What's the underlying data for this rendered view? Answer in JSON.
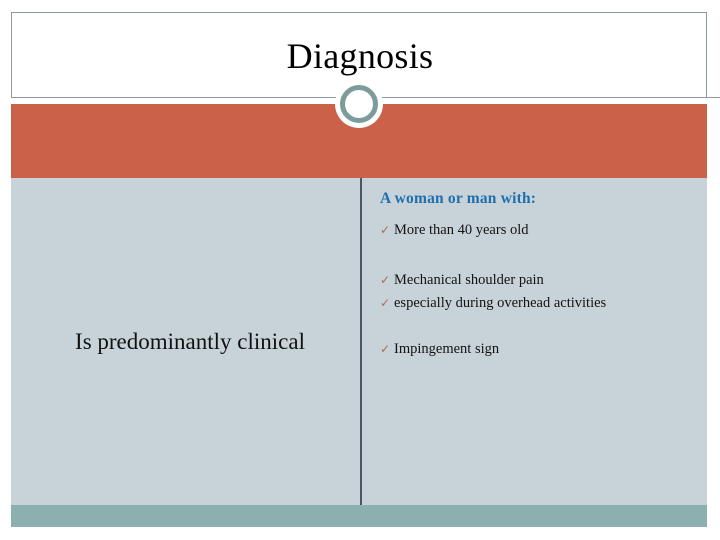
{
  "slide": {
    "title": "Diagnosis",
    "left_column": {
      "text": "Is predominantly clinical"
    },
    "right_column": {
      "heading": "A woman or man with:",
      "bullet_marker": "✓",
      "groups": [
        {
          "items": [
            "More than 40 years old"
          ]
        },
        {
          "items": [
            "Mechanical shoulder pain",
            "especially during overhead activities"
          ]
        },
        {
          "items": [
            "Impingement sign"
          ]
        }
      ]
    }
  },
  "colors": {
    "accent_orange": "#cb6149",
    "body_background": "#c8d3d9",
    "bottom_bar_teal": "#8bb0af",
    "ring_teal": "#7d9b9b",
    "heading_blue": "#1f6fad",
    "bullet_marker": "#a86a5c",
    "divider": "#4c5660",
    "header_rule": "#8a9aa0",
    "title_text": "#000000"
  }
}
